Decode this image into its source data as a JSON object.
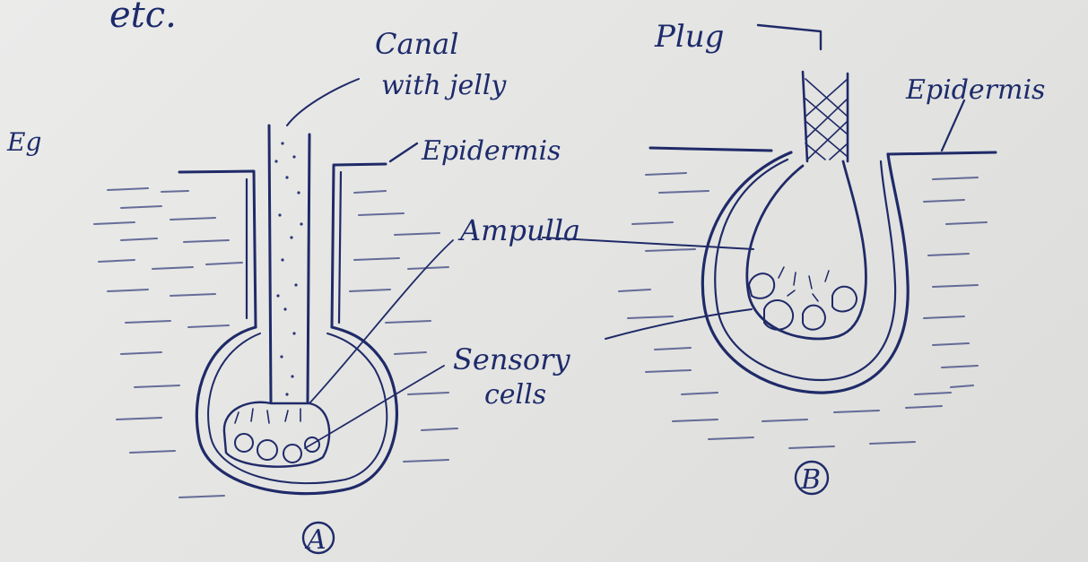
{
  "header": {
    "etc": "etc.",
    "eg": "Eg"
  },
  "diagram_a": {
    "canal_label": "Canal",
    "canal_label_2": "with jelly",
    "epidermis_label": "Epidermis",
    "ampulla_label": "Ampulla",
    "sensory_label": "Sensory",
    "sensory_label_2": "cells",
    "figure_marker": "A"
  },
  "diagram_b": {
    "plug_label": "Plug",
    "epidermis_label": "Epidermis",
    "figure_marker": "B"
  },
  "colors": {
    "ink": "#1f2a68",
    "paper": "#e6e6e3"
  }
}
